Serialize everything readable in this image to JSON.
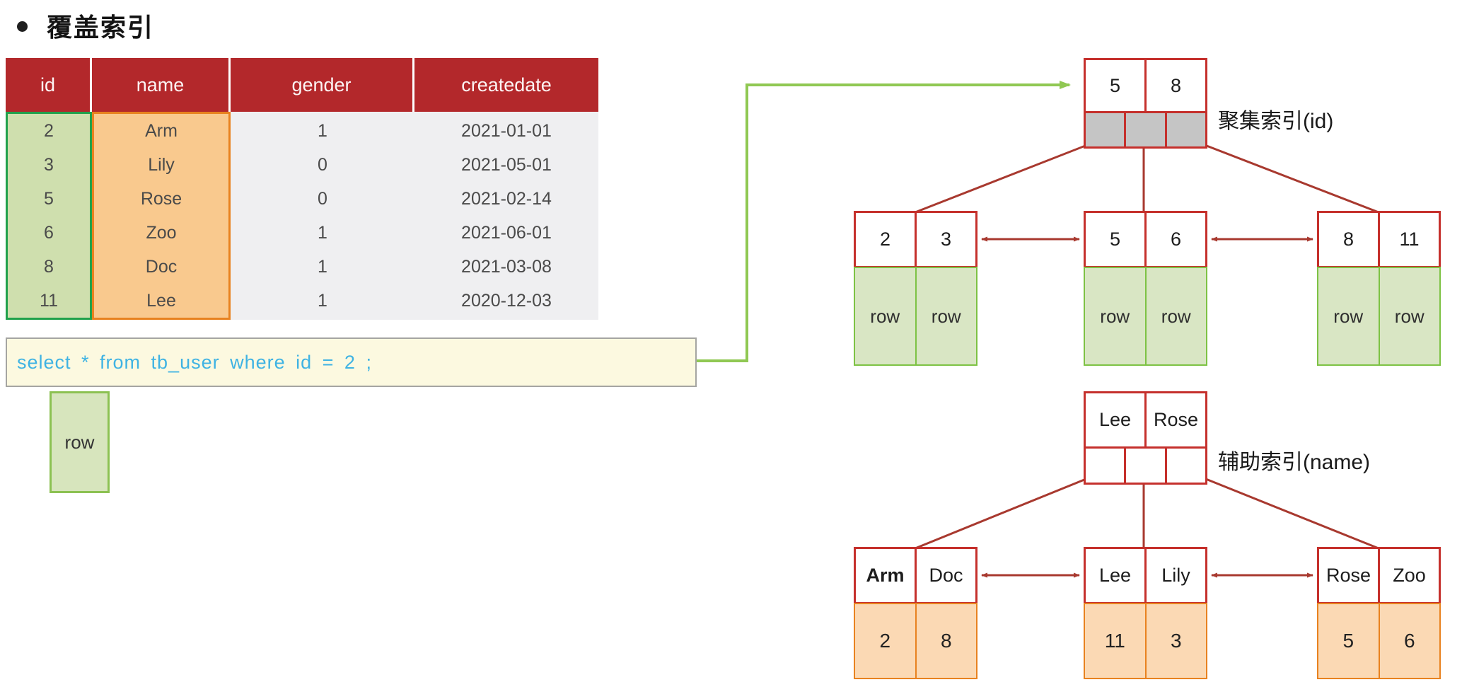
{
  "title": {
    "bullet": "●",
    "text": "覆盖索引"
  },
  "table": {
    "headers": [
      "id",
      "name",
      "gender",
      "createdate"
    ],
    "rows": [
      [
        "2",
        "Arm",
        "1",
        "2021-01-01"
      ],
      [
        "3",
        "Lily",
        "0",
        "2021-05-01"
      ],
      [
        "5",
        "Rose",
        "0",
        "2021-02-14"
      ],
      [
        "6",
        "Zoo",
        "1",
        "2021-06-01"
      ],
      [
        "8",
        "Doc",
        "1",
        "2021-03-08"
      ],
      [
        "11",
        "Lee",
        "1",
        "2020-12-03"
      ]
    ]
  },
  "sql": {
    "query": "select * from tb_user where id = 2 ;"
  },
  "row_box": {
    "label": "row"
  },
  "clustered_index": {
    "label": "聚集索引(id)",
    "root": {
      "keys": [
        "5",
        "8"
      ]
    },
    "leaves": [
      {
        "keys": [
          "2",
          "3"
        ],
        "values": [
          "row",
          "row"
        ]
      },
      {
        "keys": [
          "5",
          "6"
        ],
        "values": [
          "row",
          "row"
        ]
      },
      {
        "keys": [
          "8",
          "11"
        ],
        "values": [
          "row",
          "row"
        ]
      }
    ]
  },
  "secondary_index": {
    "label": "辅助索引(name)",
    "root": {
      "keys": [
        "Lee",
        "Rose"
      ]
    },
    "leaves": [
      {
        "keys": [
          "Arm",
          "Doc"
        ],
        "values": [
          "2",
          "8"
        ]
      },
      {
        "keys": [
          "Lee",
          "Lily"
        ],
        "values": [
          "11",
          "3"
        ]
      },
      {
        "keys": [
          "Rose",
          "Zoo"
        ],
        "values": [
          "5",
          "6"
        ]
      }
    ]
  },
  "colors": {
    "header_red": "#b3282b",
    "tree_border_red": "#c5302c",
    "line_red": "#a8392f",
    "green_arrow": "#90c853",
    "id_col_bg": "#cfdfae",
    "id_col_border": "#21a14c",
    "name_col_bg": "#f9c98e",
    "name_col_border": "#e8821f",
    "plain_col_bg": "#efeff1",
    "leaf_green_bg": "#d9e6c4",
    "leaf_green_border": "#7dc244",
    "leaf_orange_bg": "#fbd9b4",
    "leaf_orange_border": "#e8821f",
    "pointer_gray": "#c5c5c5",
    "sql_bg": "#fcf9e0",
    "sql_text": "#3fb3e3"
  }
}
